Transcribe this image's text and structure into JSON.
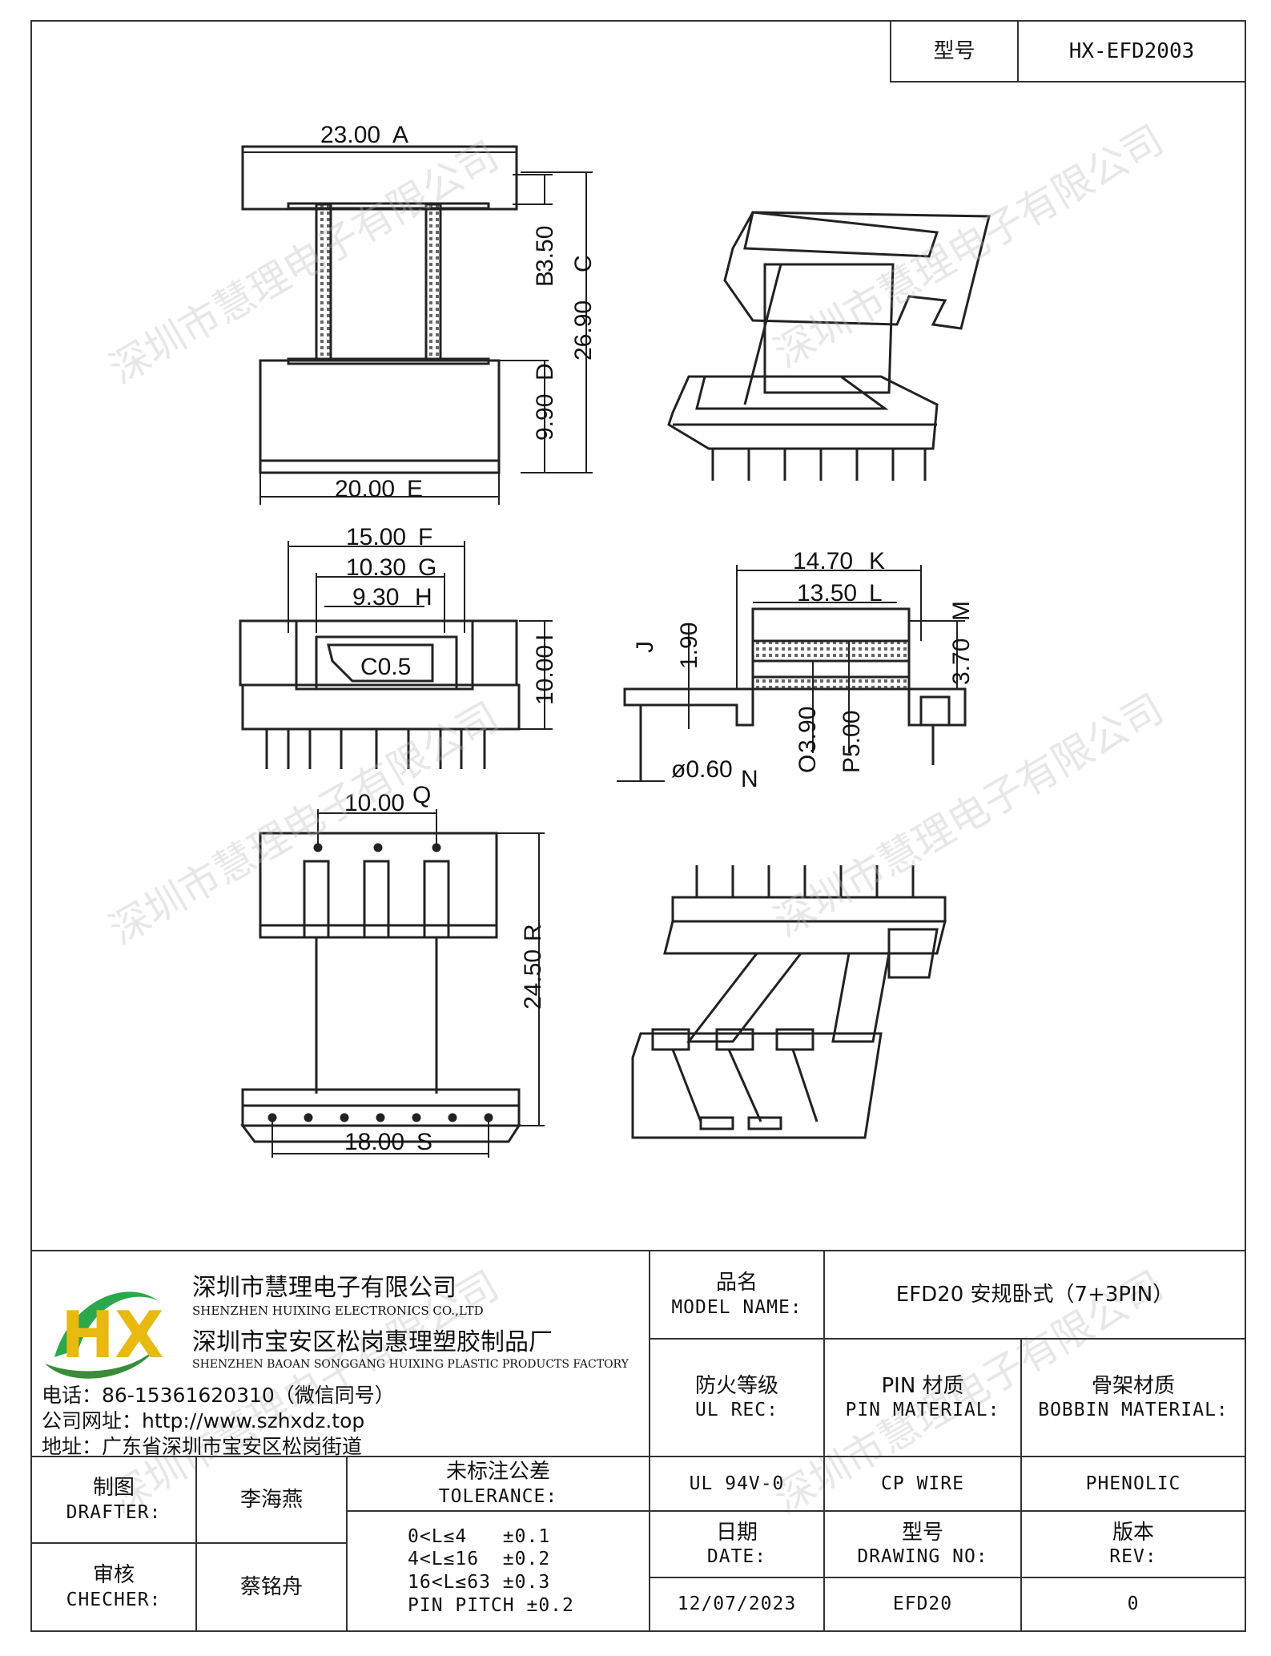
{
  "header": {
    "model_label": "型号",
    "model_value": "HX-EFD2003"
  },
  "dimensions": {
    "A": "23.00",
    "A_tag": "A",
    "B": "3.50",
    "B_tag": "B",
    "C": "26.90",
    "C_tag": "C",
    "D": "9.90",
    "D_tag": "D",
    "E": "20.00",
    "E_tag": "E",
    "F": "15.00",
    "F_tag": "F",
    "G": "10.30",
    "G_tag": "G",
    "H": "9.30",
    "H_tag": "H",
    "I": "10.00",
    "I_tag": "I",
    "J": "1.90",
    "J_tag": "J",
    "K": "14.70",
    "K_tag": "K",
    "L": "13.50",
    "L_tag": "L",
    "M": "3.70",
    "M_tag": "M",
    "N": "ø0.60",
    "N_tag": "N",
    "O": "3.90",
    "O_tag": "O",
    "P": "5.00",
    "P_tag": "P",
    "Q": "10.00",
    "Q_tag": "Q",
    "R": "24.50",
    "R_tag": "R",
    "S": "18.00",
    "S_tag": "S",
    "chamfer": "C0.5"
  },
  "watermark": "深圳市慧理电子有限公司",
  "company": {
    "logo_text": "HX",
    "name1": "深圳市慧理电子有限公司",
    "name1_en": "SHENZHEN HUIXING ELECTRONICS CO.,LTD",
    "name2": "深圳市宝安区松岗惠理塑胶制品厂",
    "name2_en": "SHENZHEN BAOAN SONGGANG HUIXING PLASTIC PRODUCTS FACTORY",
    "phone": "电话：86-15361620310（微信同号）",
    "website": "公司网址：http://www.szhxdz.top",
    "address": "地址：广东省深圳市宝安区松岗街道"
  },
  "title_block": {
    "product_name_zh": "品名",
    "product_name_en": "MODEL NAME:",
    "product_name_value": "EFD20 安规卧式（7+3PIN）",
    "ul_rec_zh": "防火等级",
    "ul_rec_en": "UL REC:",
    "ul_rec_value": "UL 94V-0",
    "pin_material_zh": "PIN 材质",
    "pin_material_en": "PIN MATERIAL:",
    "pin_material_value": "CP WIRE",
    "bobbin_material_zh": "骨架材质",
    "bobbin_material_en": "BOBBIN MATERIAL:",
    "bobbin_material_value": "PHENOLIC",
    "drafter_zh": "制图",
    "drafter_en": "DRAFTER:",
    "drafter_value": "李海燕",
    "checker_zh": "审核",
    "checker_en": "CHECHER:",
    "checker_value": "蔡铭舟",
    "tolerance_zh": "未标注公差",
    "tolerance_en": "TOLERANCE:",
    "tolerance_lines": [
      "0<L≤4   ±0.1",
      "4<L≤16  ±0.2",
      "16<L≤63 ±0.3",
      "PIN PITCH ±0.2"
    ],
    "date_zh": "日期",
    "date_en": "DATE:",
    "date_value": "12/07/2023",
    "drawing_no_zh": "型号",
    "drawing_no_en": "DRAWING NO:",
    "drawing_no_value": "EFD20",
    "rev_zh": "版本",
    "rev_en": "REV:",
    "rev_value": "0"
  }
}
